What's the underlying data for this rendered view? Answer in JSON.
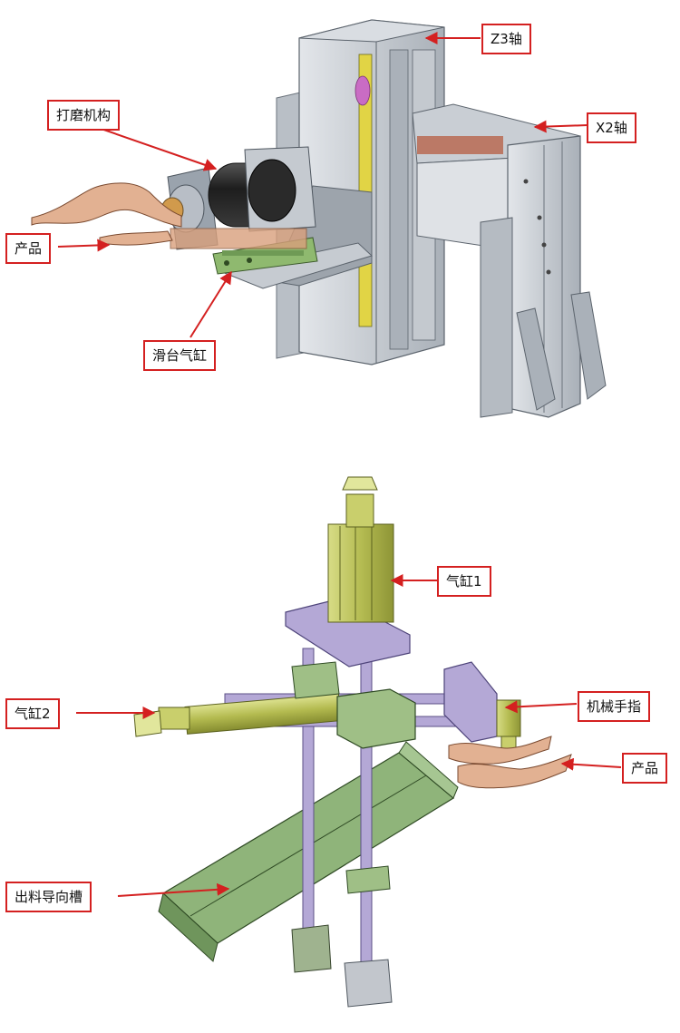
{
  "labels": {
    "z3": "Z3轴",
    "x2": "X2轴",
    "grinding": "打磨机构",
    "product_top": "产品",
    "slide_cyl": "滑台气缸",
    "cyl1": "气缸1",
    "cyl2": "气缸2",
    "gripper": "机械手指",
    "product_bottom": "产品",
    "chute": "出料导向槽"
  },
  "colors": {
    "callout": "#d42020",
    "frame": "#c8cdd4",
    "frame_dark": "#8a929c",
    "cylinder_olive": "#bcc25c",
    "base_green": "#8fae7a",
    "rod_purple": "#b4a8d6",
    "product_copper": "#d6a27a",
    "motor_black": "#2a2a2a"
  }
}
